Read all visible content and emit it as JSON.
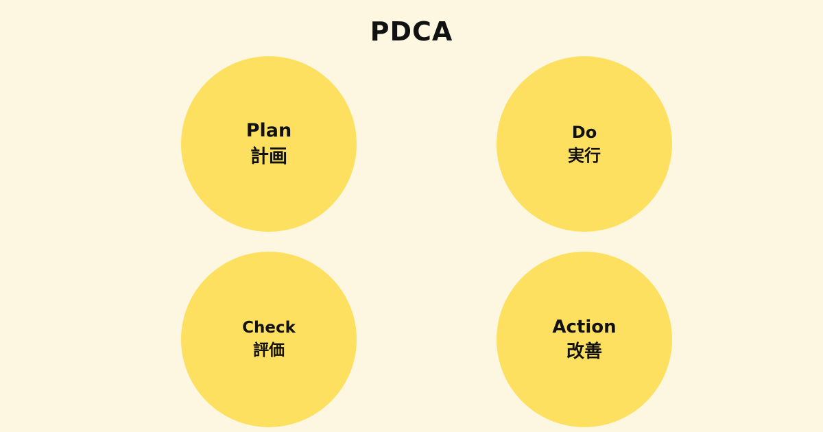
{
  "title": "PDCA",
  "steps": [
    {
      "en": "Plan",
      "jp": "計画"
    },
    {
      "en": "Do",
      "jp": "実行"
    },
    {
      "en": "Check",
      "jp": "評価"
    },
    {
      "en": "Action",
      "jp": "改善"
    }
  ],
  "colors": {
    "background": "#fdf7e1",
    "circle": "#fde05f",
    "text": "#111111"
  }
}
